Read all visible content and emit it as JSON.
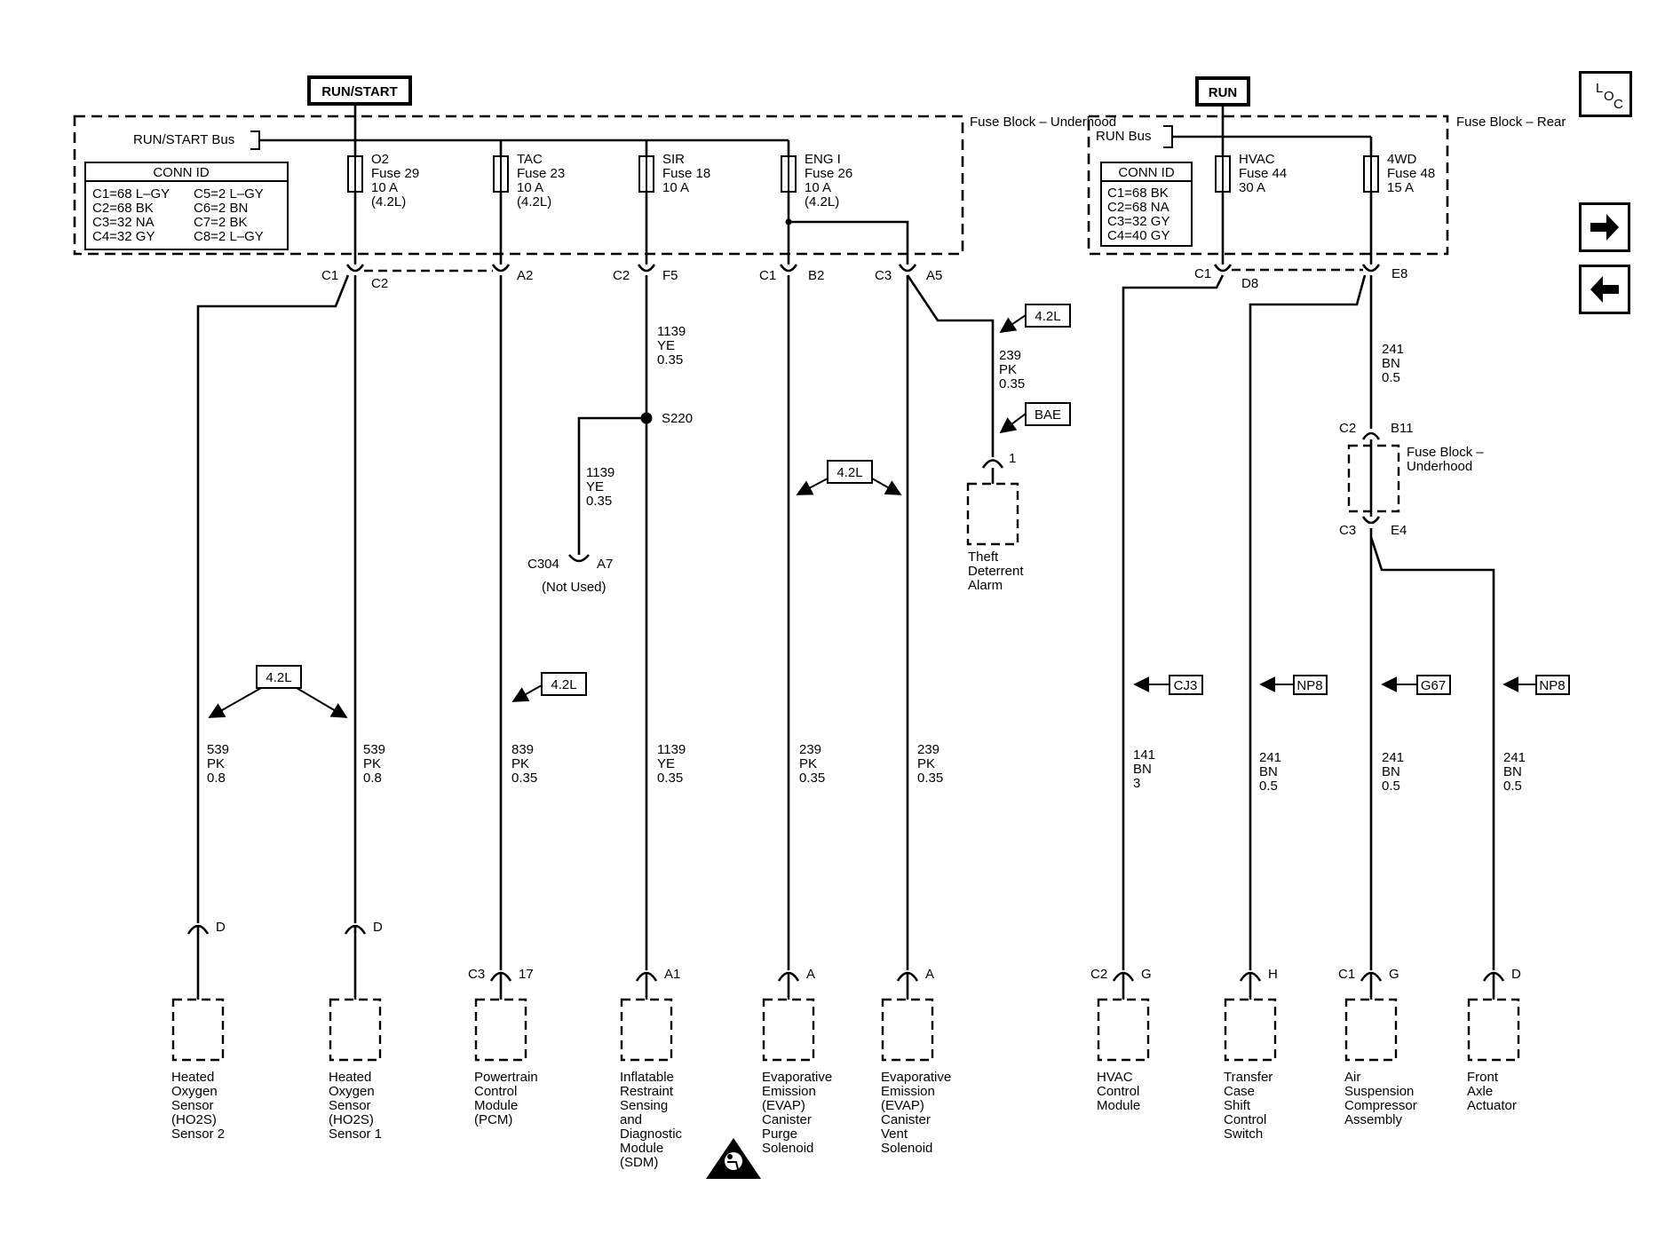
{
  "power": {
    "left": "RUN/START",
    "right": "RUN"
  },
  "fuse_block": {
    "left": "Fuse Block –\nUnderhood",
    "right": "Fuse Block –\nRear",
    "inline": "Fuse Block –\nUnderhood"
  },
  "bus": {
    "left": "RUN/START Bus",
    "right": "RUN Bus"
  },
  "conn_id_left": {
    "title": "CONN ID",
    "col1": [
      "C1=68 L–GY",
      "C2=68 BK",
      "C3=32 NA",
      "C4=32 GY"
    ],
    "col2": [
      "C5=2 L–GY",
      "C6=2 BN",
      "C7=2 BK",
      "C8=2 L–GY"
    ]
  },
  "conn_id_right": {
    "title": "CONN ID",
    "col1": [
      "C1=68 BK",
      "C2=68 NA",
      "C3=32 GY",
      "C4=40 GY"
    ]
  },
  "fuses": [
    {
      "text": "O2\nFuse 29\n10 A\n(4.2L)"
    },
    {
      "text": "TAC\nFuse 23\n10 A\n(4.2L)"
    },
    {
      "text": "SIR\nFuse 18\n10 A"
    },
    {
      "text": "ENG I\nFuse 26\n10 A\n(4.2L)"
    },
    {
      "text": "HVAC\nFuse 44\n30 A"
    },
    {
      "text": "4WD\nFuse 48\n15 A"
    }
  ],
  "connector_labels": {
    "c1": "C1",
    "c2": "C2",
    "a2": "A2",
    "c2b": "C2",
    "f5": "F5",
    "c1b": "C1",
    "b2": "B2",
    "c3": "C3",
    "a5": "A5",
    "c1r": "C1",
    "d8": "D8",
    "e8": "E8",
    "c2r": "C2",
    "b11": "B11",
    "c3r": "C3",
    "e4": "E4",
    "c304": "C304",
    "a7": "A7",
    "not_used": "(Not Used)",
    "pin1": "1",
    "splice": "S220"
  },
  "option_tags": {
    "t42_theft": "4.2L",
    "bae": "BAE",
    "t42_evap": "4.2L",
    "t42_o2": "4.2L",
    "t42_pcm": "4.2L",
    "cj3": "CJ3",
    "np8a": "NP8",
    "g67": "G67",
    "np8b": "NP8"
  },
  "wires": {
    "ye_upper": "1139\nYE\n0.35",
    "ye_branch": "1139\nYE\n0.35",
    "pk_theft": "239\nPK\n0.35",
    "bn_4wd": "241\nBN\n0.5",
    "o2s2": "539\nPK\n0.8",
    "o2s1": "539\nPK\n0.8",
    "pcm": "839\nPK\n0.35",
    "sdm": "1139\nYE\n0.35",
    "evap_purge": "239\nPK\n0.35",
    "evap_vent": "239\nPK\n0.35",
    "hvac": "141\nBN\n3",
    "tccs": "241\nBN\n0.5",
    "air": "241\nBN\n0.5",
    "axle": "241\nBN\n0.5"
  },
  "components": [
    {
      "pin_l": "",
      "pin_r": "D",
      "name": "Heated\nOxygen\nSensor\n(HO2S)\nSensor 2"
    },
    {
      "pin_l": "",
      "pin_r": "D",
      "name": "Heated\nOxygen\nSensor\n(HO2S)\nSensor 1"
    },
    {
      "pin_l": "C3",
      "pin_r": "17",
      "name": "Powertrain\nControl\nModule\n(PCM)"
    },
    {
      "pin_l": "",
      "pin_r": "A1",
      "name": "Inflatable\nRestraint\nSensing\nand\nDiagnostic\nModule\n(SDM)"
    },
    {
      "pin_l": "",
      "pin_r": "A",
      "name": "Evaporative\nEmission\n(EVAP)\nCanister\nPurge\nSolenoid"
    },
    {
      "pin_l": "",
      "pin_r": "A",
      "name": "Evaporative\nEmission\n(EVAP)\nCanister\nVent\nSolenoid"
    },
    {
      "pin_l": "C2",
      "pin_r": "G",
      "name": "HVAC\nControl\nModule"
    },
    {
      "pin_l": "",
      "pin_r": "H",
      "name": "Transfer\nCase\nShift\nControl\nSwitch"
    },
    {
      "pin_l": "C1",
      "pin_r": "G",
      "name": "Air\nSuspension\nCompressor\nAssembly"
    },
    {
      "pin_l": "",
      "pin_r": "D",
      "name": "Front\nAxle\nActuator"
    }
  ],
  "theft": {
    "name": "Theft\nDeterrent\nAlarm"
  },
  "loc_icon": "loc-icon",
  "nav": {
    "next": "arrow-right-icon",
    "prev": "arrow-left-icon"
  }
}
